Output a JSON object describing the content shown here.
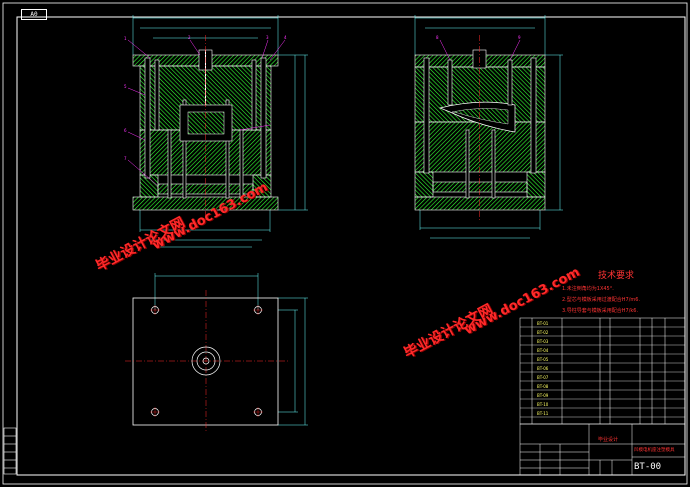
{
  "sheet": {
    "size_tag": "A0",
    "drawing_number": "BT-00"
  },
  "technical_requirements": {
    "title": "技术要求",
    "items": [
      "1.未注倒角均为1X45°.",
      "2.型芯与模板采用过渡配合H7/m6.",
      "3.导柱导套与模板采用配合H7/k6."
    ]
  },
  "watermarks": [
    {
      "text": "毕业设计论文网"
    },
    {
      "text": "www.doc163.com"
    },
    {
      "text": "毕业设计论文网"
    },
    {
      "text": "www.doc163.com"
    }
  ],
  "title_block": {
    "part_name": "凹模电机座注塑模具",
    "label_a": "毕业设计"
  },
  "colors": {
    "background": "#000000",
    "frame": "#ffffff",
    "hatch": "#33ff33",
    "centerline": "#ff2a2a",
    "dimension": "#66ffff",
    "leader": "#ff33ff",
    "watermark": "#ff2a2a",
    "table_text": "#ffff66"
  }
}
